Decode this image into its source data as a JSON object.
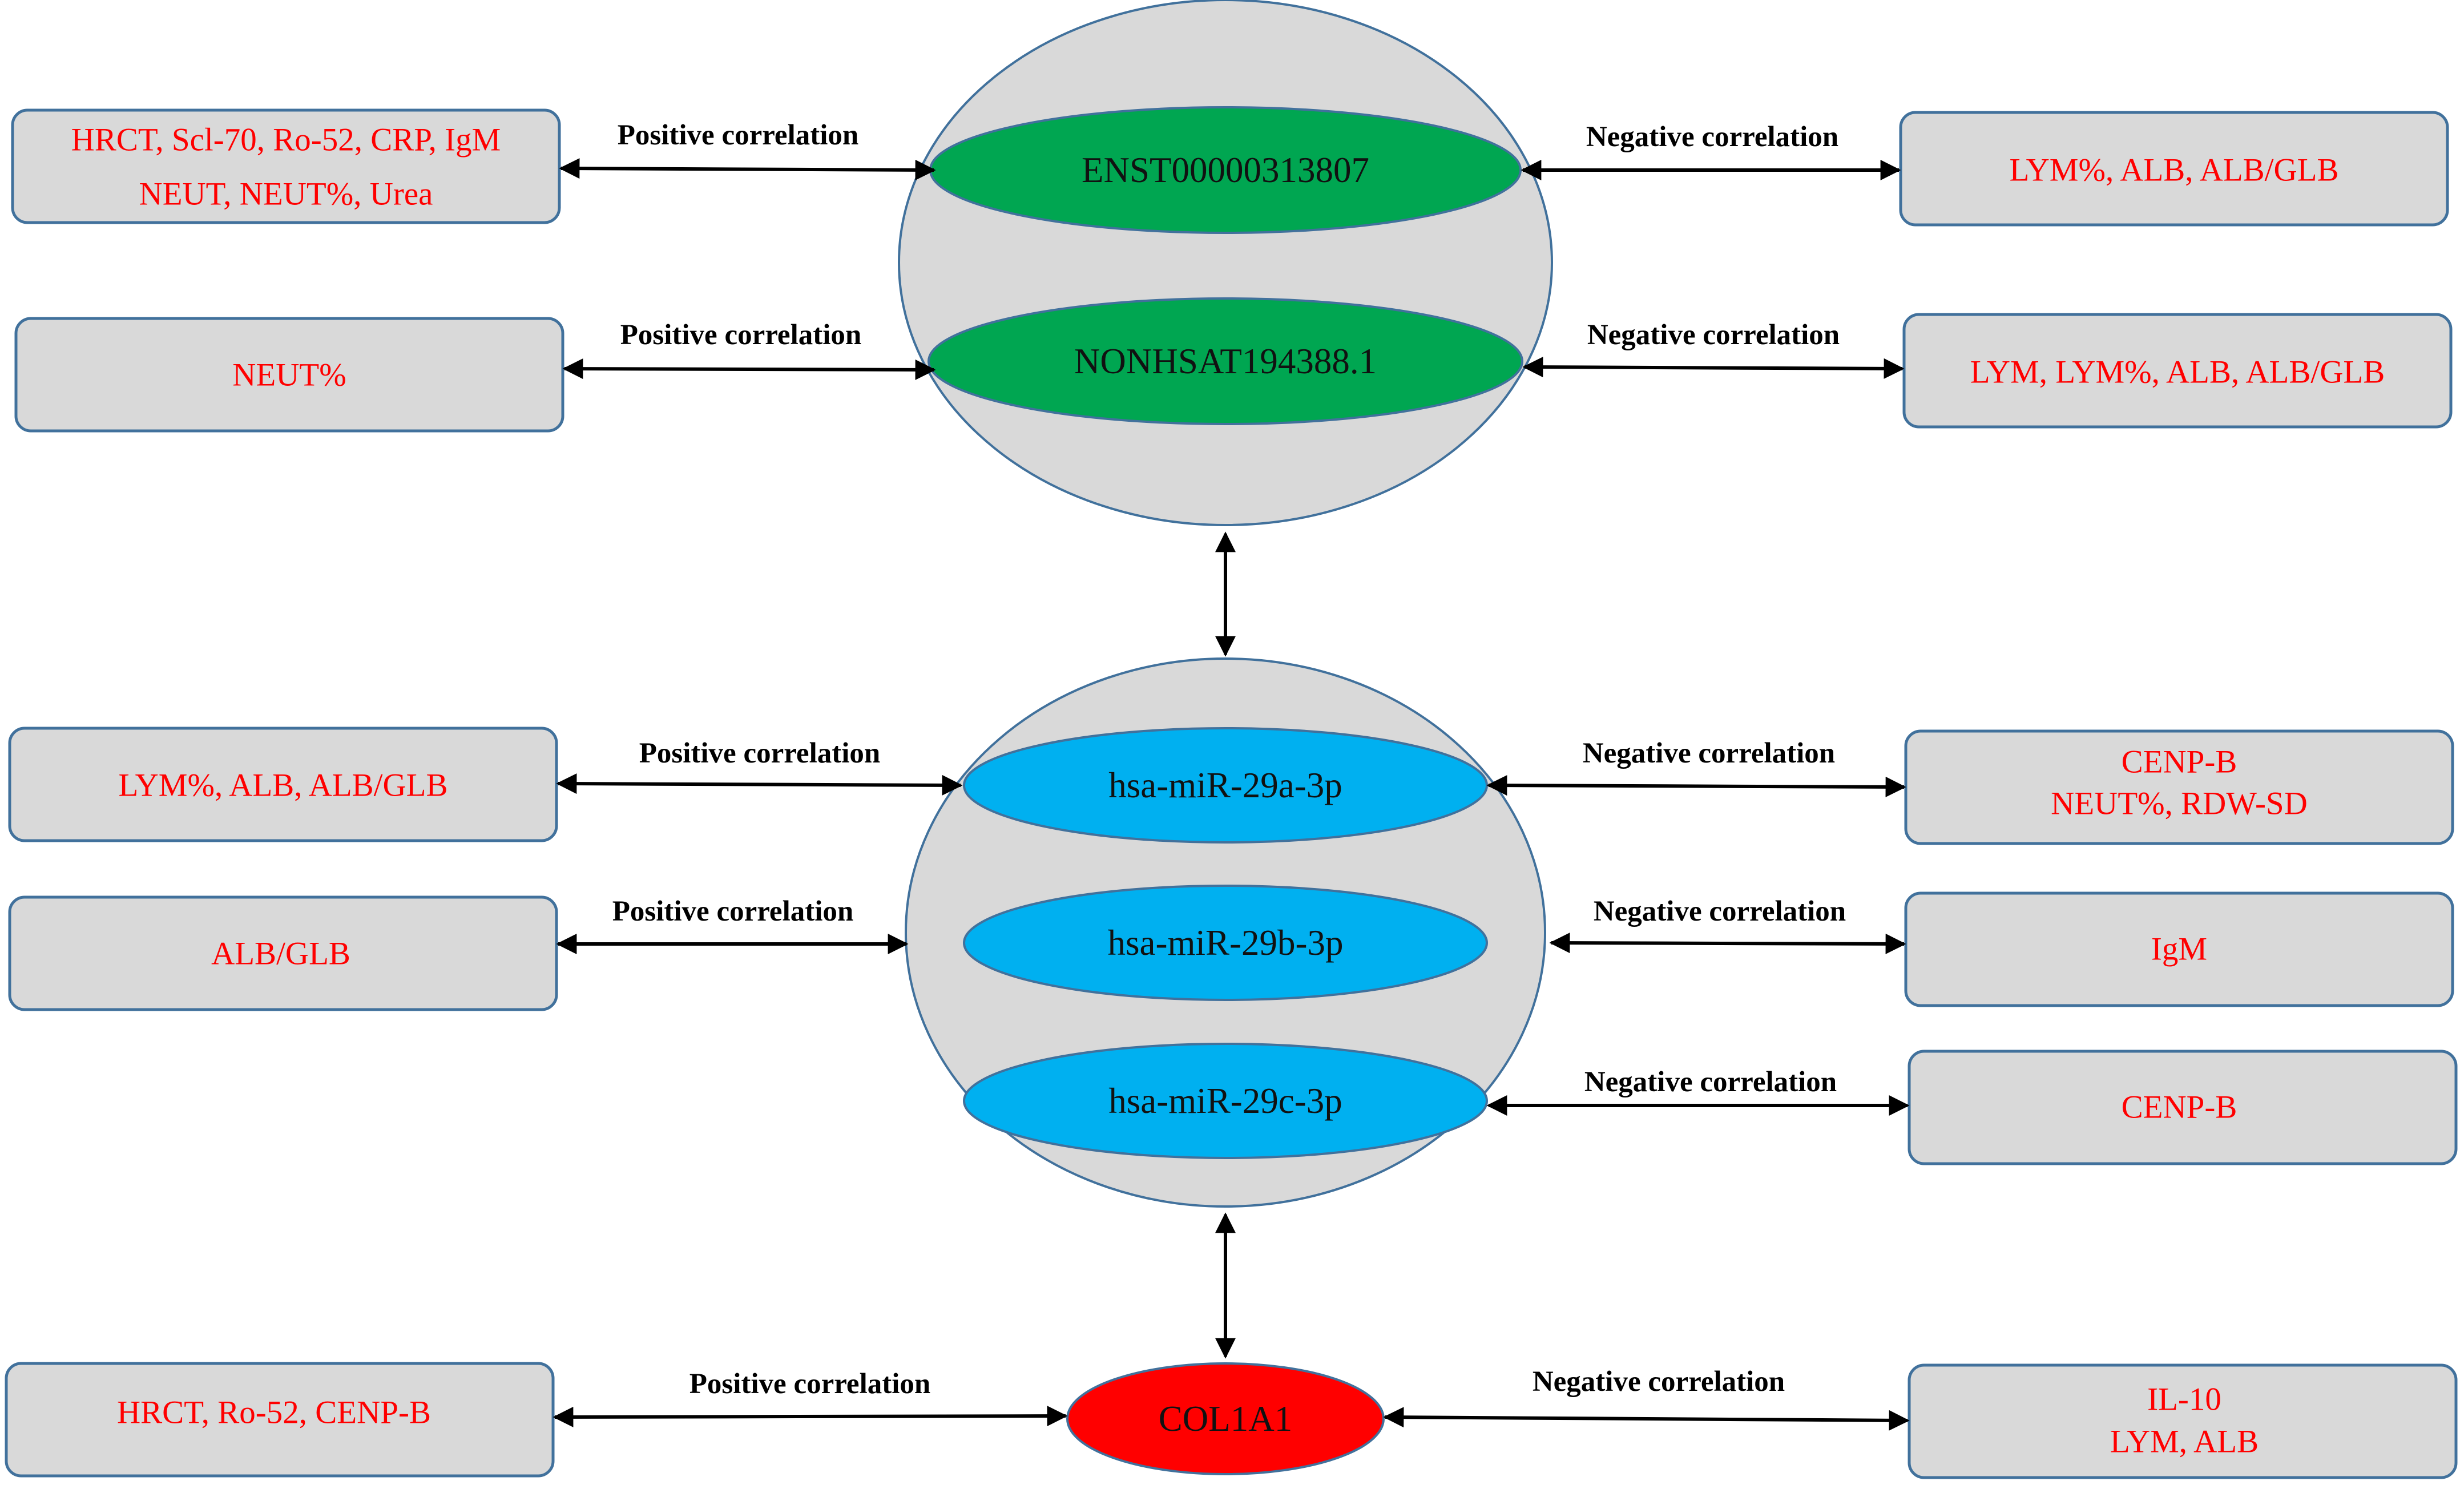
{
  "colors": {
    "sphere_fill": "#d9d9d9",
    "outline": "#41719c",
    "box_fill": "#d9d9d9",
    "box_text": "#ff0000",
    "lncrna_fill": "#00a651",
    "mirna_fill": "#00b0f0",
    "gene_fill": "#ff0000",
    "arrow": "#000000"
  },
  "nodes": {
    "lnc1": "ENST00000313807",
    "lnc2": "NONHSAT194388.1",
    "mir1": "hsa-miR-29a-3p",
    "mir2": "hsa-miR-29b-3p",
    "mir3": "hsa-miR-29c-3p",
    "gene": "COL1A1"
  },
  "edges": {
    "positive": "Positive correlation",
    "negative": "Negative correlation"
  },
  "boxes": {
    "lnc1_pos": [
      "HRCT, Scl-70, Ro-52, CRP, IgM",
      "NEUT, NEUT%, Urea"
    ],
    "lnc1_neg": [
      "LYM%, ALB, ALB/GLB"
    ],
    "lnc2_pos": [
      "NEUT%"
    ],
    "lnc2_neg": [
      "LYM, LYM%, ALB, ALB/GLB"
    ],
    "mir1_pos": [
      "LYM%, ALB, ALB/GLB"
    ],
    "mir1_neg": [
      "CENP-B",
      "NEUT%, RDW-SD"
    ],
    "mir2_pos": [
      "ALB/GLB"
    ],
    "mir2_neg": [
      "IgM"
    ],
    "mir3_neg": [
      "CENP-B"
    ],
    "gene_pos": [
      "HRCT, Ro-52, CENP-B"
    ],
    "gene_neg": [
      "IL-10",
      "LYM, ALB"
    ]
  }
}
